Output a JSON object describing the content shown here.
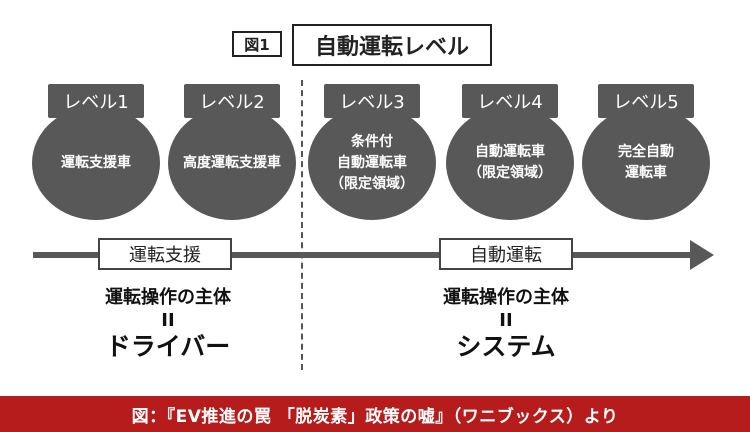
{
  "header": {
    "fig_label": "図1",
    "title": "自動運転レベル"
  },
  "levels": [
    {
      "tab": "レベル1",
      "lines": [
        "運転支援車"
      ]
    },
    {
      "tab": "レベル2",
      "lines": [
        "高度運転支援車"
      ]
    },
    {
      "tab": "レベル3",
      "lines": [
        "条件付",
        "自動運転車",
        "（限定領域）"
      ]
    },
    {
      "tab": "レベル4",
      "lines": [
        "自動運転車",
        "（限定領域）"
      ]
    },
    {
      "tab": "レベル5",
      "lines": [
        "完全自動",
        "運転車"
      ]
    }
  ],
  "phases": {
    "left": "運転支援",
    "right": "自動運転"
  },
  "subjects": {
    "left": {
      "label": "運転操作の主体",
      "eq": "II",
      "who": "ドライバー"
    },
    "right": {
      "label": "運転操作の主体",
      "eq": "II",
      "who": "システム"
    }
  },
  "colors": {
    "circle": "#585858",
    "footer": "#b71c1c"
  },
  "footer": {
    "source": "図：『EV推進の罠 「脱炭素」政策の嘘』（ワニブックス）より"
  }
}
